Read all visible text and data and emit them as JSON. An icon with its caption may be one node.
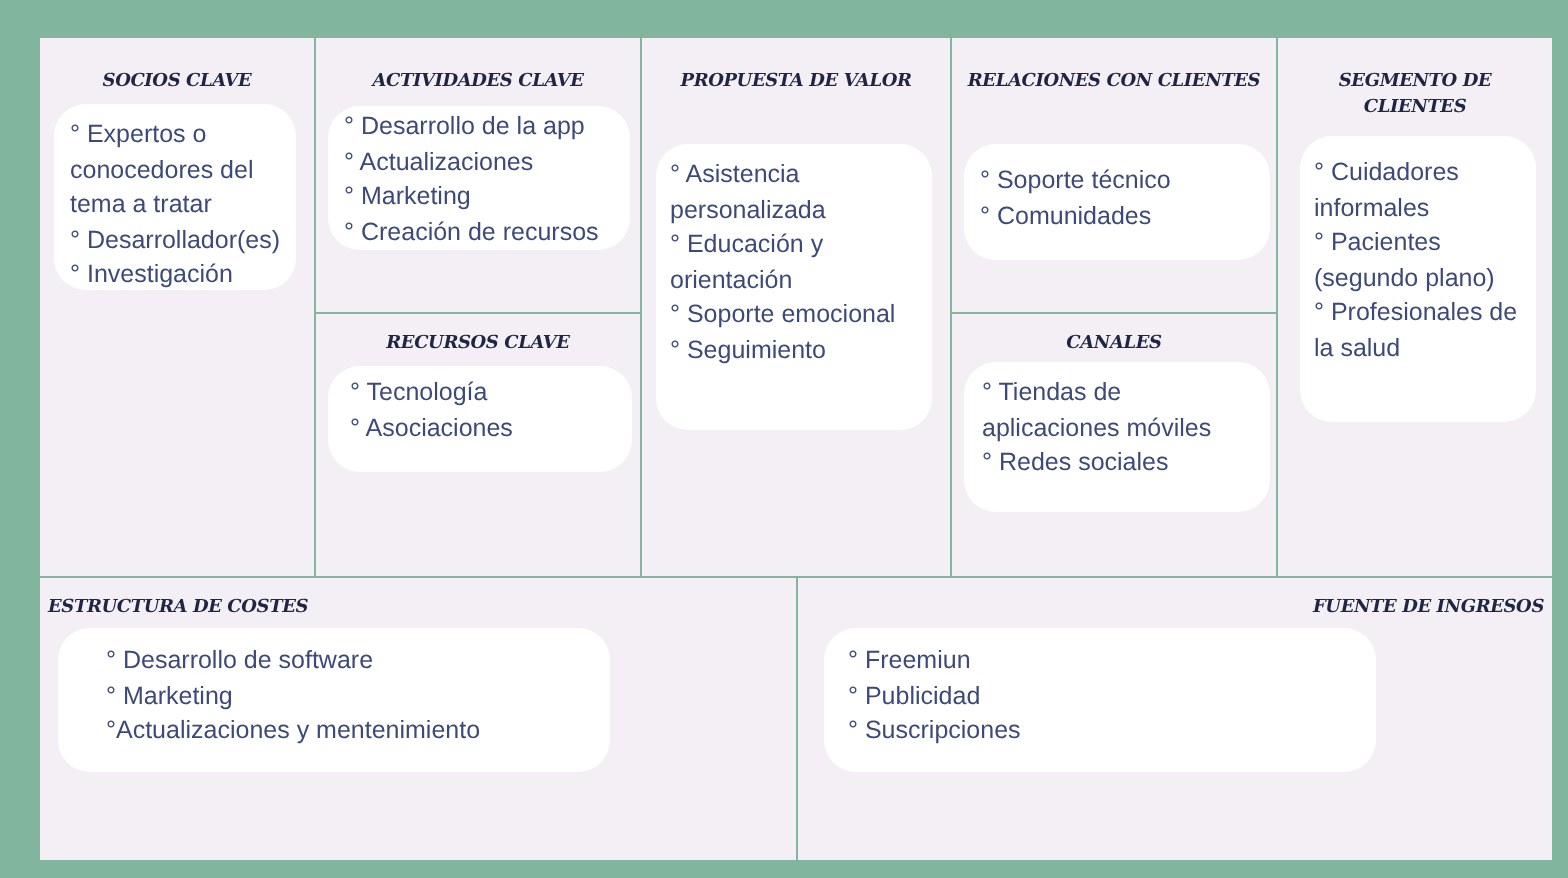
{
  "diagram": {
    "nodes": [
      {
        "text": [
          "SOCIOS CLAVE"
        ]
      },
      {
        "text": [
          "° Expertos o conocedores del tema a tratar",
          "° Desarrollador(es)",
          "° Investigación"
        ],
        "in": 0
      },
      {
        "text": [
          "ACTIVIDADES CLAVE"
        ]
      },
      {
        "text": [
          "° Desarrollo de la app",
          "° Actualizaciones",
          "° Marketing",
          "° Creación de recursos"
        ],
        "in": 2
      },
      {
        "text": [
          "RECURSOS CLAVE"
        ]
      },
      {
        "text": [
          "° Tecnología",
          "° Asociaciones"
        ],
        "in": 4
      },
      {
        "text": [
          "PROPUESTA DE VALOR"
        ]
      },
      {
        "text": [
          "° Asistencia personalizada",
          "° Educación y orientación",
          "° Soporte emocional",
          "° Seguimiento"
        ],
        "in": 6
      },
      {
        "text": [
          "RELACIONES CON CLIENTES"
        ]
      },
      {
        "text": [
          "° Soporte técnico",
          "° Comunidades"
        ],
        "in": 8
      },
      {
        "text": [
          "CANALES"
        ]
      },
      {
        "text": [
          "° Tiendas de aplicaciones móviles",
          "° Redes sociales"
        ],
        "in": 10
      },
      {
        "text": [
          "SEGMENTO DE CLIENTES"
        ]
      },
      {
        "text": [
          "° Cuidadores informales",
          "° Pacientes (segundo plano)",
          "° Profesionales de la salud"
        ],
        "in": 12
      },
      {
        "text": [
          "ESTRUCTURA DE COSTES"
        ]
      },
      {
        "text": [
          "° Desarrollo de software",
          "° Marketing",
          "°Actualizaciones y mentenimiento"
        ],
        "in": 14
      },
      {
        "text": [
          "FUENTE DE INGRESOS"
        ]
      },
      {
        "text": [
          "° Freemiun",
          "° Publicidad",
          "° Suscripciones"
        ],
        "in": 16
      }
    ]
  }
}
